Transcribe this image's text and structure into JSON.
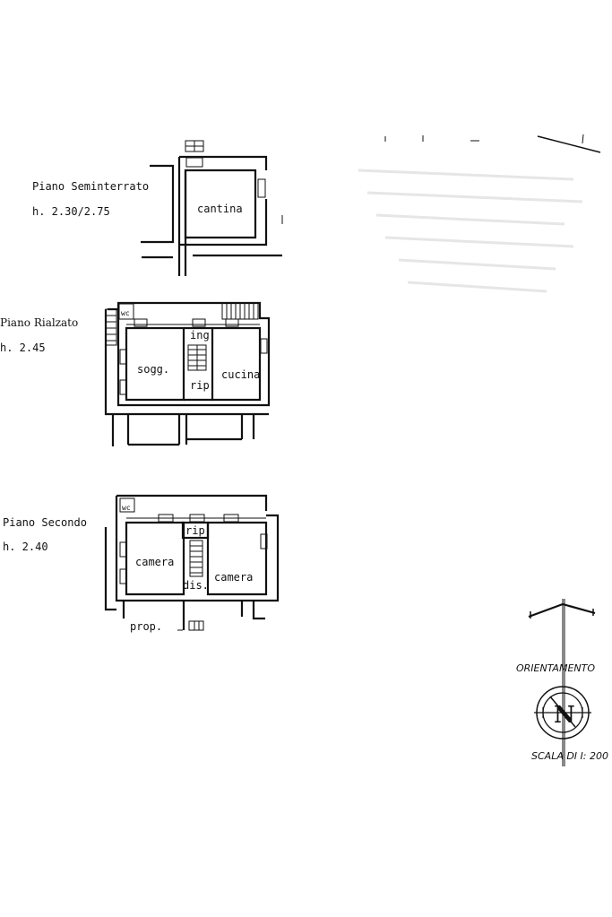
{
  "floors": [
    {
      "name": "Piano Seminterrato",
      "height": "h. 2.30/2.75",
      "rooms": [
        "cantina"
      ]
    },
    {
      "name": "Piano Rialzato",
      "height": "h. 2.45",
      "rooms": [
        "sogg.",
        "ing.",
        "rip.",
        "cucina"
      ],
      "wc": "wc"
    },
    {
      "name": "Piano Secondo",
      "height": "h. 2.40",
      "rooms": [
        "camera",
        "rip.",
        "dis.",
        "camera",
        "prop."
      ],
      "wc": "wc"
    }
  ],
  "orientation": {
    "label": "ORIENTAMENTO",
    "symbol": "N"
  },
  "scale": "SCALA DI I: 200"
}
